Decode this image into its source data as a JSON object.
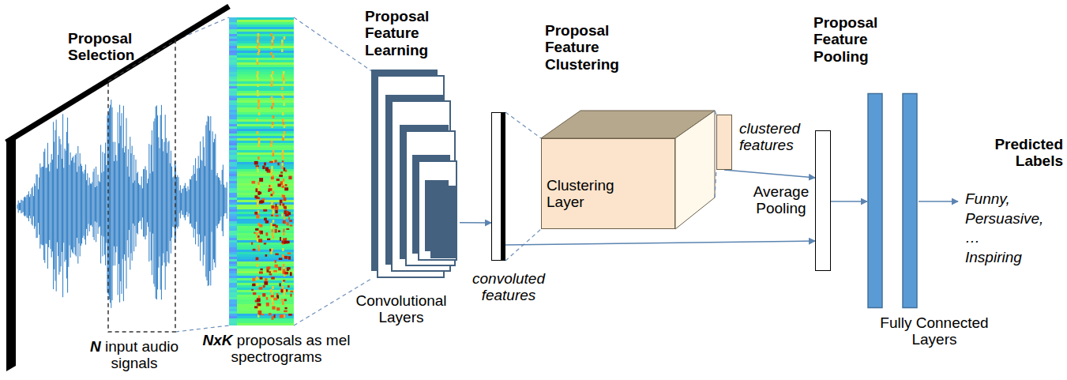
{
  "diagram": {
    "nodes": [
      {
        "text": [
          "N input audio signals"
        ]
      },
      {
        "text": [
          "NxK proposals as mel spectrograms"
        ]
      },
      {
        "text": [
          "Convolutional Layers"
        ]
      },
      {
        "text": [
          "convoluted features"
        ]
      },
      {
        "text": [
          "Clustering Layer"
        ]
      },
      {
        "text": [
          "clustered features"
        ]
      },
      {
        "text": [
          "Average Pooling"
        ]
      },
      {
        "text": [
          "Fully Connected Layers"
        ]
      }
    ],
    "edges": [
      {
        "from": 0,
        "to": 1,
        "arrow": "none"
      },
      {
        "from": 1,
        "to": 2,
        "arrow": "none"
      },
      {
        "from": 2,
        "to": 3,
        "arrow": "to"
      },
      {
        "from": 3,
        "to": 4,
        "arrow": "none"
      },
      {
        "from": 4,
        "to": 5,
        "arrow": "none"
      },
      {
        "from": 3,
        "to": 6,
        "arrow": "to"
      },
      {
        "from": 5,
        "to": 6,
        "arrow": "to"
      },
      {
        "from": 6,
        "to": 7,
        "arrow": "to"
      }
    ],
    "labels": [
      "Proposal Selection",
      "Proposal Feature Learning",
      "Proposal Feature Clustering",
      "Proposal Feature Pooling",
      "Predicted Labels",
      "Funny, Persuasive, … Inspiring"
    ]
  }
}
